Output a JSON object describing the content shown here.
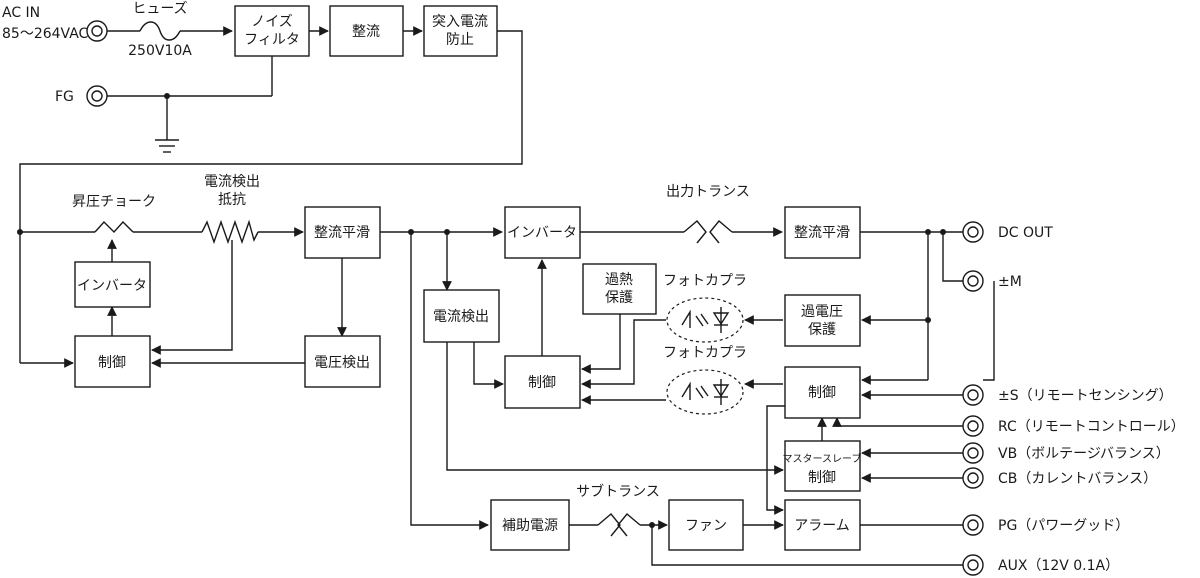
{
  "inputs": {
    "ac_in": "AC IN",
    "ac_range": "85～264VAC",
    "fuse": "ヒューズ",
    "fuse_rating": "250V10A",
    "fg": "FG"
  },
  "blocks": {
    "noise_filter_1": "ノイズ",
    "noise_filter_2": "フィルタ",
    "rectifier": "整流",
    "inrush_1": "突入電流",
    "inrush_2": "防止",
    "boost_choke": "昇圧チョーク",
    "current_sense_res_1": "電流検出",
    "current_sense_res_2": "抵抗",
    "inverter_left": "インバータ",
    "control_left": "制御",
    "rect_smooth_1": "整流平滑",
    "voltage_detect": "電圧検出",
    "current_detect": "電流検出",
    "inverter_main": "インバータ",
    "control_primary": "制御",
    "overheat_1": "過熱",
    "overheat_2": "保護",
    "photocoupler_1": "フォトカプラ",
    "photocoupler_2": "フォトカプラ",
    "output_transformer": "出力トランス",
    "rect_smooth_2": "整流平滑",
    "ovp_1": "過電圧",
    "ovp_2": "保護",
    "control_secondary": "制御",
    "master_slave_1": "マスタースレーブ",
    "master_slave_2": "制御",
    "aux_power": "補助電源",
    "sub_transformer": "サブトランス",
    "fan": "ファン",
    "alarm": "アラーム"
  },
  "outputs": {
    "dc_out": "DC OUT",
    "plus_minus_m": "±M",
    "plus_minus_s": "±S（リモートセンシング）",
    "rc": "RC（リモートコントロール）",
    "vb": "VB（ボルテージバランス）",
    "cb": "CB（カレントバランス）",
    "pg": "PG（パワーグッド）",
    "aux": "AUX（12V 0.1A）"
  }
}
